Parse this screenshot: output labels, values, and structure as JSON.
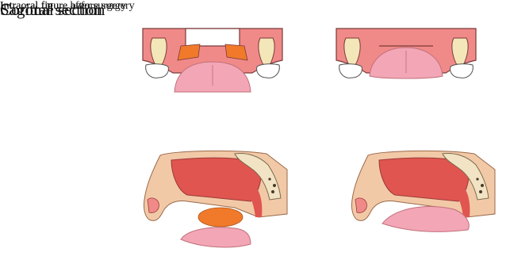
{
  "columns": {
    "before_title": "Intraoral figure before surgery",
    "after_title": "Intraoral figure after surgery"
  },
  "rows": {
    "coronal_label": "Coronal section",
    "sagittal_label": "Sagittal section"
  },
  "colors": {
    "gum": "#f08a88",
    "gum_outline": "#7a3a3a",
    "tooth_crown": "#f3e6b8",
    "tooth_root": "#ffffff",
    "flap": "#f07a2a",
    "tongue": "#f3a6b6",
    "cavity": "#e0554f",
    "bone": "#f1e3c4",
    "skin": "#f2c9a7",
    "mucosa": "#f4a7a7"
  }
}
